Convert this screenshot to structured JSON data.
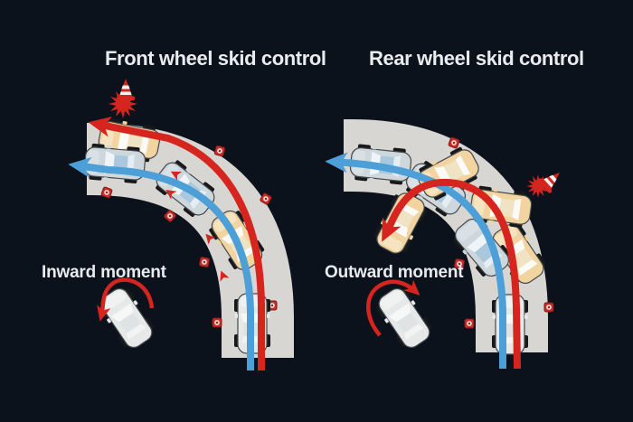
{
  "background": "#0c121c",
  "colors": {
    "road": "#d8d6d3",
    "skid_path_red": "#d6251e",
    "controlled_path_blue": "#4d9fd7",
    "skid_car_body": "#f1d4a0",
    "controlled_car_body": "#ced7db",
    "text": "#e9ecee"
  },
  "panels": [
    {
      "title": "Front wheel skid control",
      "moment_label": "Inward moment"
    },
    {
      "title": "Rear wheel skid control",
      "moment_label": "Outward moment"
    }
  ]
}
